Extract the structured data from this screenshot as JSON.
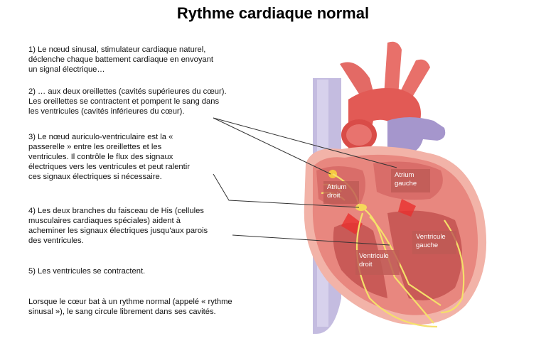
{
  "title": "Rythme cardiaque normal",
  "paragraphs": [
    "1) Le nœud sinusal, stimulateur cardiaque naturel,\ndéclenche chaque battement cardiaque en envoyant\nun signal électrique…",
    "2) … aux deux oreillettes (cavités supérieures du cœur).\nLes oreillettes se contractent et pompent le sang dans\nles ventricules (cavités inférieures du cœur).",
    "3) Le nœud auriculo-ventriculaire est la «\npasserelle » entre les oreillettes et les\nventricules. Il contrôle le flux des signaux\nélectriques vers les ventricules et peut ralentir\nces signaux électriques si nécessaire.",
    "4) Les deux branches du faisceau de His (cellules\nmusculaires cardiaques spéciales) aident à\nacheminer les signaux électriques jusqu'aux parois\ndes ventricules.",
    "5) Les ventricules se contractent.",
    "Lorsque le cœur bat à un rythme normal (appelé « rythme\nsinusal »), le sang circule librement dans ses cavités."
  ],
  "labels": {
    "atrium_droit": "Atrium\ndroit",
    "atrium_gauche": "Atrium\ngauche",
    "ventricule_gauche": "Ventricule\ngauche",
    "ventricule_droit": "Ventricule\ndroit"
  },
  "colors": {
    "heart_muscle": "#e8877f",
    "heart_wall": "#f2b3a8",
    "aorta": "#e25a55",
    "vena_cava": "#b8aed6",
    "pulmonary": "#9f8fc6",
    "conduction": "#f5e06a",
    "label_bg": "#be5a55",
    "pointer_line": "#333333"
  }
}
